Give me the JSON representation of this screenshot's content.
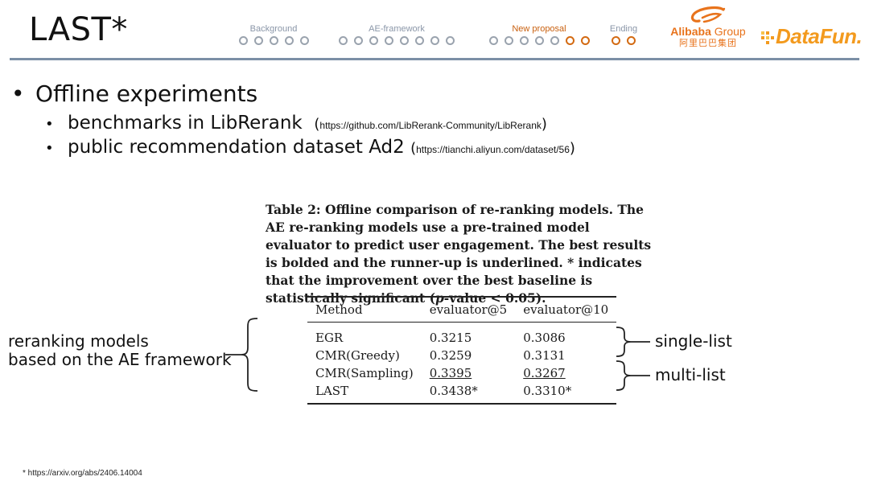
{
  "slide": {
    "title": "LAST*"
  },
  "progress_nav": {
    "sections": [
      {
        "label": "Background",
        "dots": 5,
        "active_dots": 0,
        "current": false
      },
      {
        "label": "AE-framework",
        "dots": 8,
        "active_dots": 0,
        "current": false
      },
      {
        "label": "New proposal",
        "dots": 7,
        "active_dots": 2,
        "current": true
      },
      {
        "label": "Ending",
        "dots": 2,
        "active_dots": 2,
        "current": false
      }
    ]
  },
  "logos": {
    "alibaba_name": "Alibaba",
    "alibaba_group": "Group",
    "alibaba_cn": "阿里巴巴集团",
    "datafun": "DataFun."
  },
  "bullets": {
    "main": "Offline experiments",
    "subs": [
      {
        "text": "benchmarks in LibRerank",
        "url": "https://github.com/LibRerank-Community/LibRerank"
      },
      {
        "text": "public recommendation dataset Ad2",
        "url": "https://tianchi.aliyun.com/dataset/56"
      }
    ]
  },
  "table_figure": {
    "caption_part1": "Table 2: Offline comparison of re-ranking models. The AE re-ranking models use a pre-trained model evaluator to predict user engagement. The best results is bolded and the runner-up is underlined. * indicates that the improvement over the best baseline is statistically significant (",
    "caption_italic": "p",
    "caption_part2": "-value < 0.05).",
    "headers": [
      "Method",
      "evaluator@5",
      "evaluator@10"
    ],
    "rows": [
      {
        "method": "EGR",
        "e5": "0.3215",
        "e10": "0.3086"
      },
      {
        "method": "CMR(Greedy)",
        "e5": "0.3259",
        "e10": "0.3131"
      },
      {
        "method": "CMR(Sampling)",
        "e5": "0.3395",
        "e10": "0.3267"
      },
      {
        "method": "LAST",
        "e5": "0.3438*",
        "e10": "0.3310*"
      }
    ]
  },
  "annotations": {
    "left_line1": "reranking models",
    "left_line2": "based on the AE framework",
    "single": "single-list",
    "multi": "multi-list"
  },
  "footnote": "* https://arxiv.org/abs/2406.14004",
  "colors": {
    "accent_orange": "#d36a12",
    "nav_gray": "#8a96a8",
    "rule": "#7b8fa6",
    "datafun_orange": "#f39a1e"
  }
}
